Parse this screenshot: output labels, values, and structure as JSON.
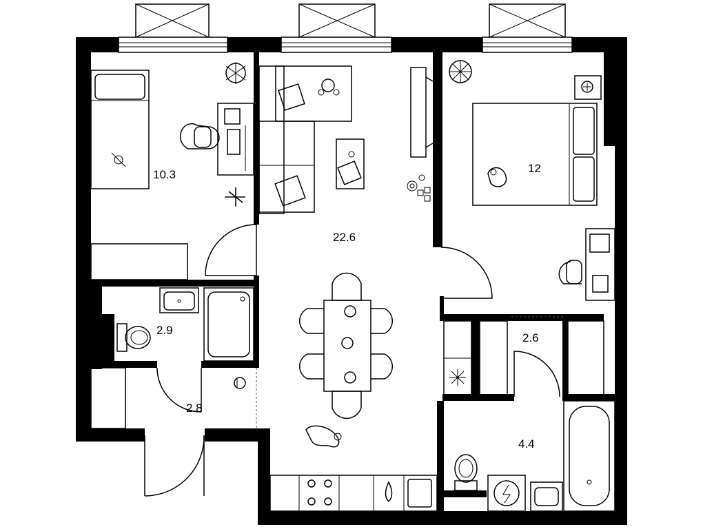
{
  "rooms": {
    "bedroom_left": {
      "area": "10.3"
    },
    "living_kitchen": {
      "area": "22.6"
    },
    "bedroom_right": {
      "area": "12"
    },
    "bathroom_small": {
      "area": "2.9"
    },
    "hall": {
      "area": "2.8"
    },
    "storage": {
      "area": "2.6"
    },
    "bathroom_large": {
      "area": "4.4"
    }
  }
}
